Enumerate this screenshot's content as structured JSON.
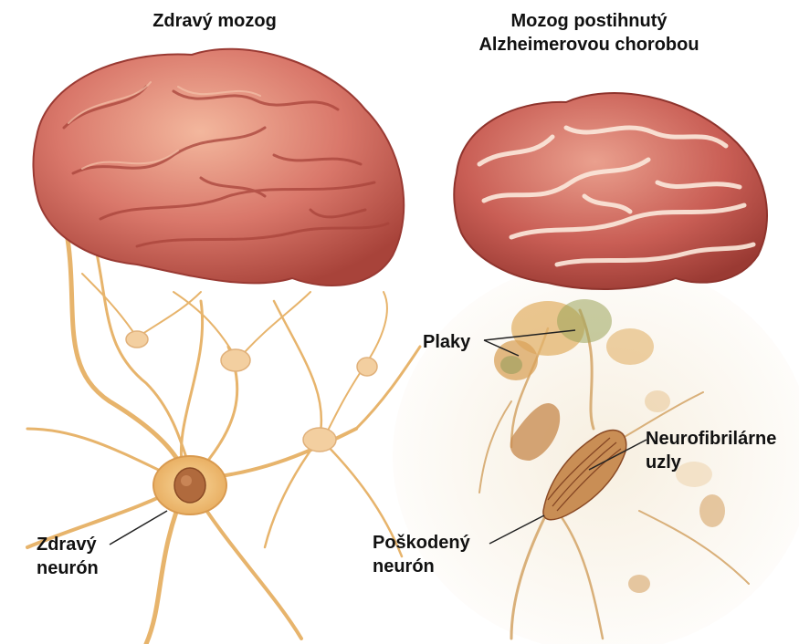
{
  "titles": {
    "healthy": "Zdravý mozog",
    "alzheimer_line1": "Mozog postihnutý",
    "alzheimer_line2": "Alzheimerovou chorobou"
  },
  "labels": {
    "healthy_neuron_line1": "Zdravý",
    "healthy_neuron_line2": "neurón",
    "plaques": "Plaky",
    "tangles_line1": "Neurofibrilárne",
    "tangles_line2": "uzly",
    "damaged_neuron_line1": "Poškodený",
    "damaged_neuron_line2": "neurón"
  },
  "colors": {
    "brain_fill": "#d9776a",
    "brain_dark": "#b34a3f",
    "brain_highlight": "#f0b59a",
    "sick_brain_fill": "#c95e55",
    "sick_groove": "#fbe7da",
    "neuron_fill": "#f2c27a",
    "neuron_stroke": "#d7a055",
    "nucleus": "#b06a3d",
    "plaque": "#d9a35b",
    "tangle": "#8a4a25",
    "bg_tissue": "#f6efe0"
  }
}
